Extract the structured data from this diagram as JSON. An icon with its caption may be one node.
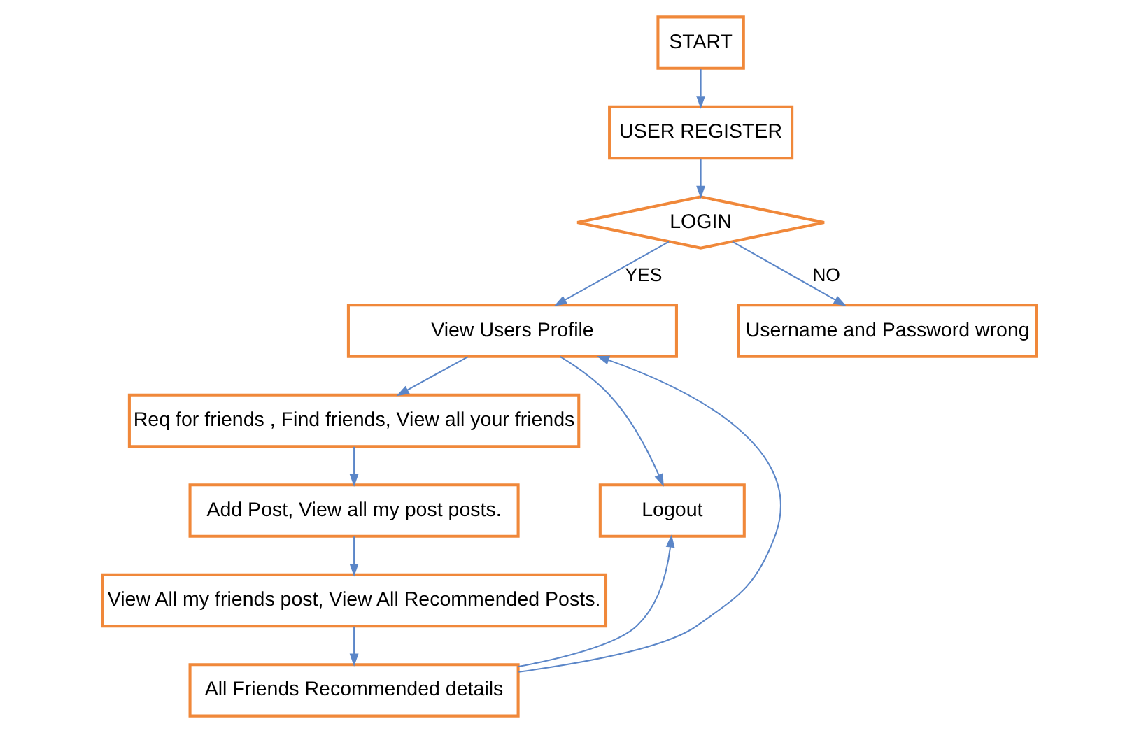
{
  "diagram": {
    "nodes": [
      {
        "text": [
          "START"
        ]
      },
      {
        "text": [
          "USER REGISTER"
        ]
      },
      {
        "text": [
          "LOGIN"
        ]
      },
      {
        "text": [
          "View Users Profile"
        ]
      },
      {
        "text": [
          "Username and Password wrong"
        ]
      },
      {
        "text": [
          "Req for friends , Find friends, View all your friends"
        ]
      },
      {
        "text": [
          "Add Post, View all my post posts."
        ]
      },
      {
        "text": [
          "Logout"
        ]
      },
      {
        "text": [
          "View All my friends post, View All Recommended Posts."
        ]
      },
      {
        "text": [
          "All Friends Recommended details"
        ]
      }
    ],
    "edges": [
      {
        "from": 0,
        "to": 1,
        "arrow": "to"
      },
      {
        "from": 1,
        "to": 2,
        "arrow": "to"
      },
      {
        "from": 2,
        "to": 3,
        "arrow": "to",
        "label": "YES"
      },
      {
        "from": 2,
        "to": 4,
        "arrow": "to",
        "label": "NO"
      },
      {
        "from": 3,
        "to": 5,
        "arrow": "to"
      },
      {
        "from": 5,
        "to": 6,
        "arrow": "to"
      },
      {
        "from": 6,
        "to": 8,
        "arrow": "to"
      },
      {
        "from": 8,
        "to": 9,
        "arrow": "to"
      },
      {
        "from": 3,
        "to": 7,
        "arrow": "to"
      },
      {
        "from": 9,
        "to": 7,
        "arrow": "to"
      },
      {
        "from": 9,
        "to": 3,
        "arrow": "to"
      }
    ]
  }
}
